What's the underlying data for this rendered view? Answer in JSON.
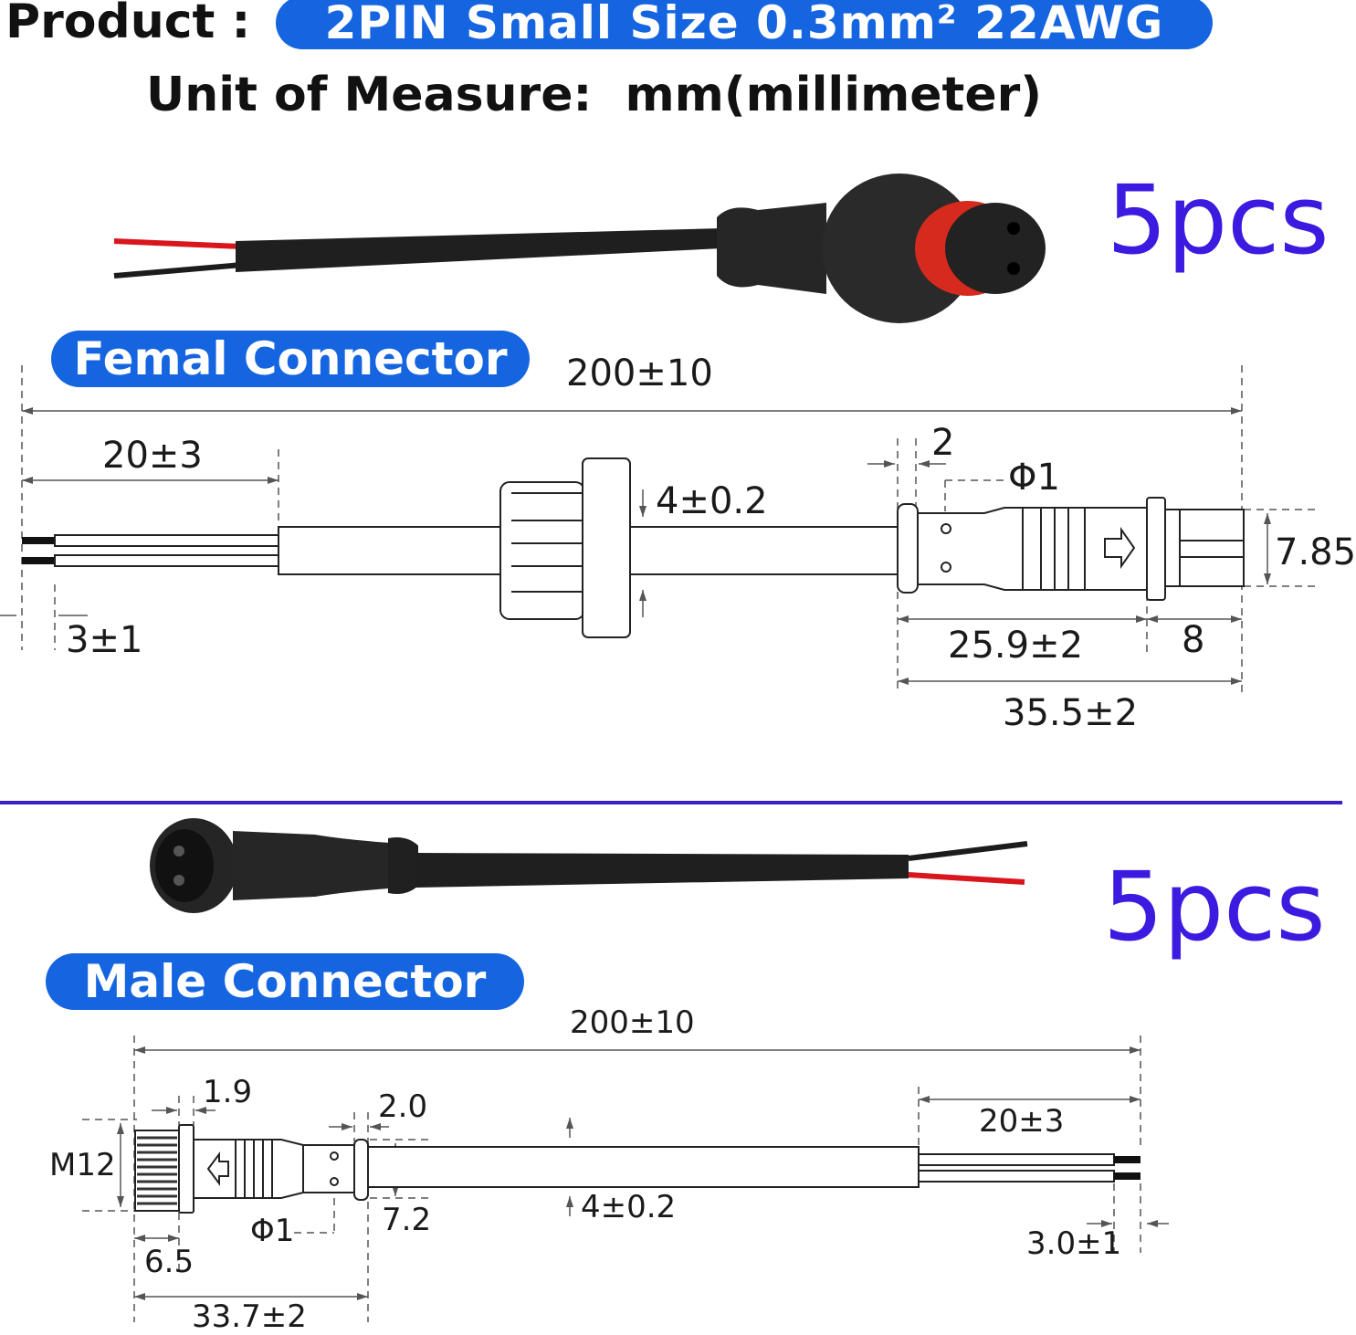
{
  "header": {
    "product_label": "Product :",
    "product_value": "2PIN Small Size  0.3mm² 22AWG",
    "unit_line": "Unit of Measure:  mm(millimeter)"
  },
  "female": {
    "section_label": "Femal Connector",
    "quantity": "5pcs",
    "dims": {
      "total_length": "200±10",
      "strip_length": "20±3",
      "tin_length": "3±1",
      "cable_diameter": "4±0.2",
      "gap": "2",
      "pin_diameter": "Φ1",
      "head_diameter": "7.85",
      "body_length": "25.9±2",
      "socket_length": "8",
      "connector_length": "35.5±2"
    }
  },
  "male": {
    "section_label": "Male Connector",
    "quantity": "5pcs",
    "dims": {
      "total_length": "200±10",
      "thread_width": "1.9",
      "gap": "2.0",
      "strip_length": "20±3",
      "thread_size": "M12",
      "cable_diameter": "4±0.2",
      "head_diameter": "7.2",
      "pin_diameter": "Φ1",
      "thread_length": "6.5",
      "tin_length": "3.0±1",
      "connector_length": "33.7±2"
    }
  },
  "colors": {
    "accent_blue": "#1565e0",
    "quantity_purple": "#3d1ae0",
    "divider": "#3a1fc9",
    "wire_red": "#d8161c",
    "cable_black": "#1c1c1c"
  }
}
